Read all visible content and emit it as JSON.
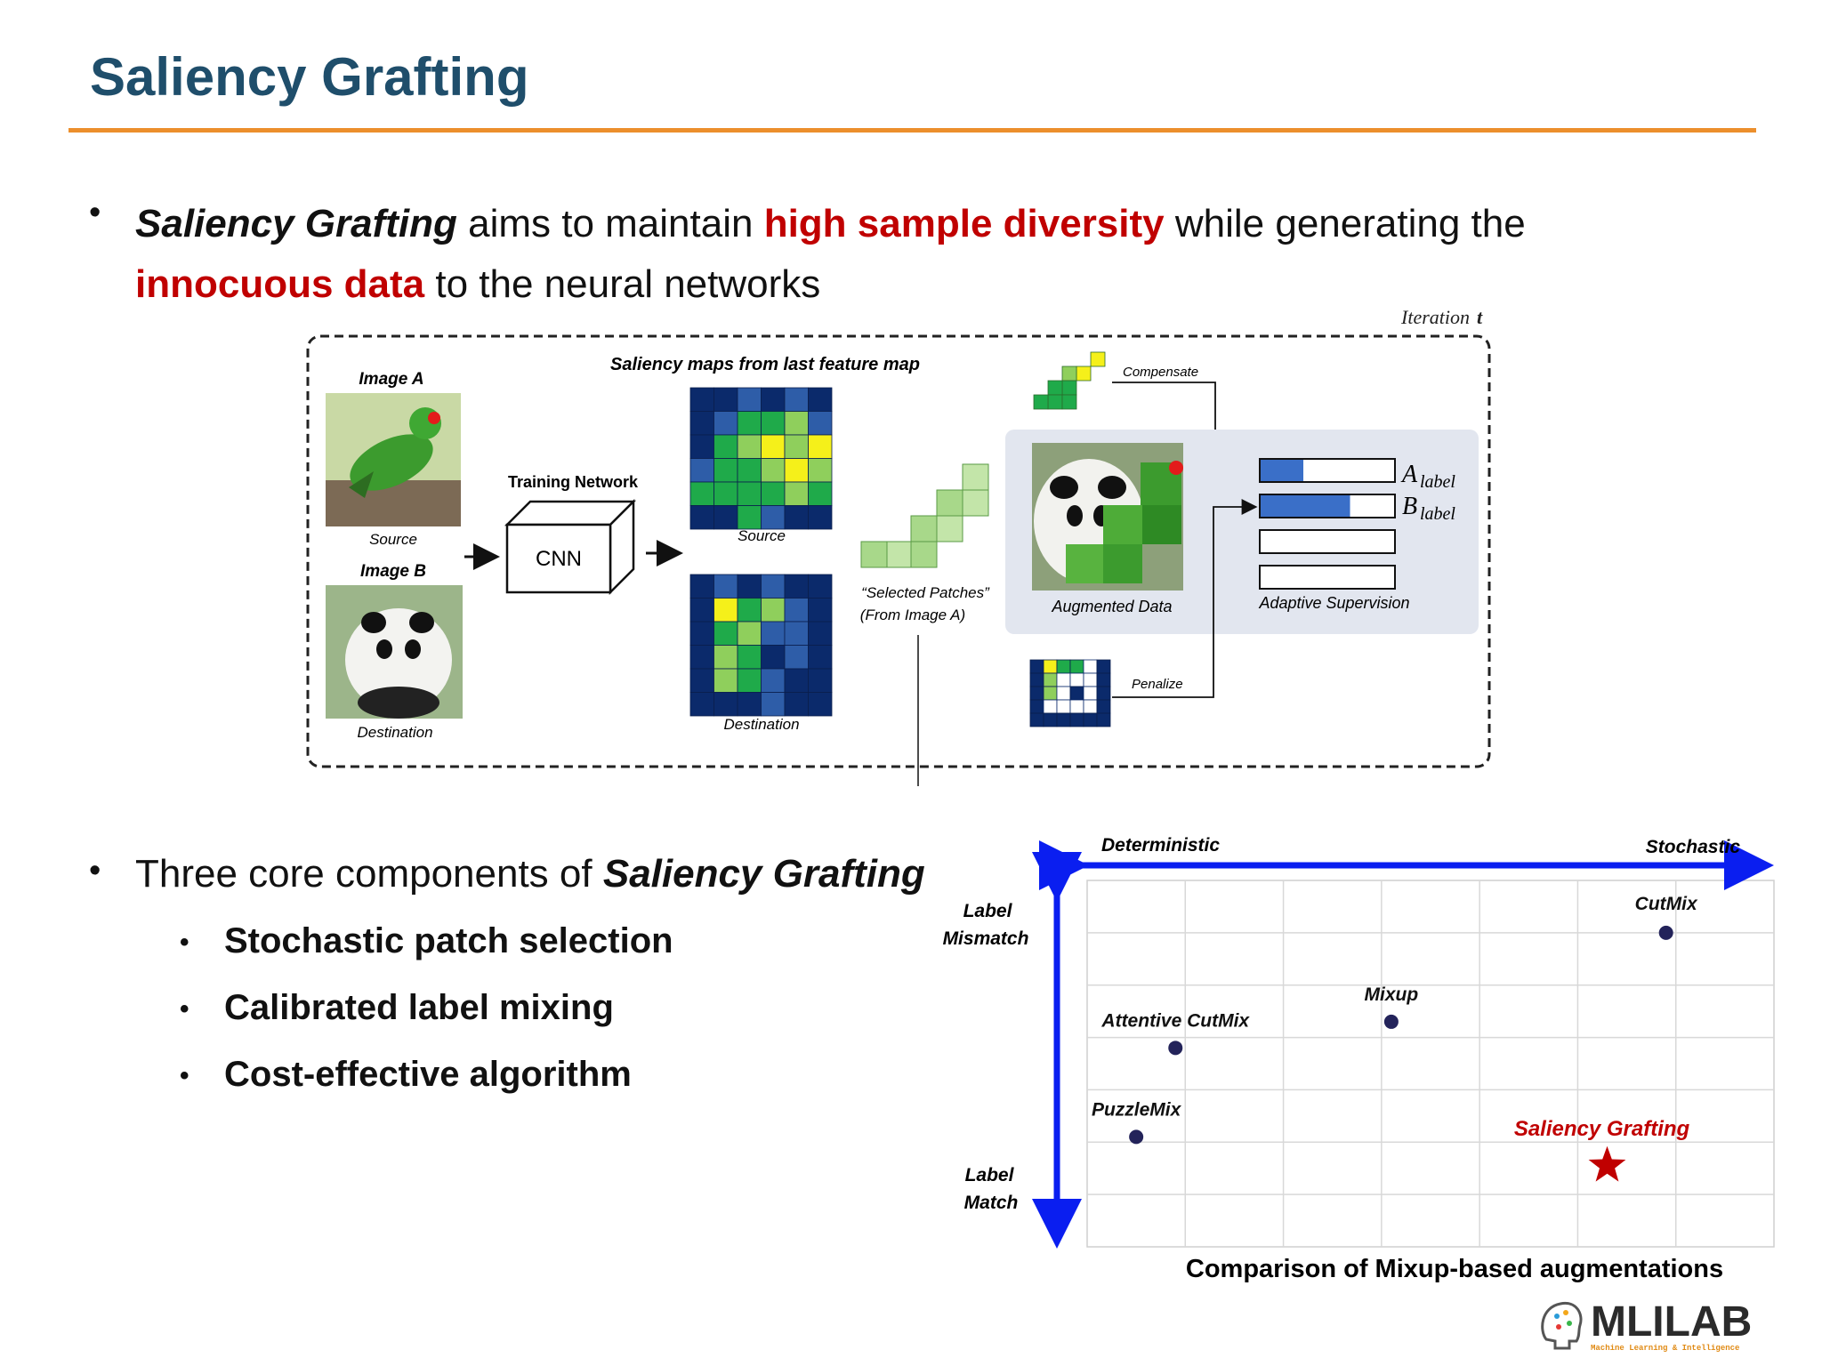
{
  "slide": {
    "title": "Saliency Grafting",
    "bullet1": {
      "term": "Saliency Grafting",
      "text_a": " aims to maintain ",
      "highlight_a": "high sample diversity",
      "text_b": " while generating the",
      "highlight_b": "innocuous data",
      "text_c": " to the neural networks"
    },
    "bullet2": {
      "text": "Three core components of ",
      "term": "Saliency Grafting"
    },
    "components": [
      "Stochastic patch selection",
      "Calibrated label mixing",
      "Cost-effective algorithm"
    ]
  },
  "figure": {
    "iteration_label": "Iteration",
    "iteration_var": "t",
    "image_a_label": "Image A",
    "image_b_label": "Image B",
    "source_label": "Source",
    "destination_label": "Destination",
    "network_label": "Training Network",
    "cnn_label": "CNN",
    "saliency_title": "Saliency maps from last feature map",
    "map_source_label": "Source",
    "map_destination_label": "Destination",
    "selected_patches_line1": "“Selected Patches”",
    "selected_patches_line2": "(From Image A)",
    "compensate_label": "Compensate",
    "penalize_label": "Penalize",
    "augmented_label": "Augmented Data",
    "adaptive_label": "Adaptive Supervision",
    "a_label_main": "A",
    "a_label_sub": "label",
    "b_label_main": "B",
    "b_label_sub": "label",
    "a_label_fill": 0.32,
    "b_label_fill": 0.67
  },
  "chart_data": {
    "type": "scatter",
    "title": "Comparison of Mixup-based augmentations",
    "x_axis": {
      "left_label": "Deterministic",
      "right_label": "Stochastic"
    },
    "y_axis": {
      "top_label_1": "Label",
      "top_label_2": "Mismatch",
      "bottom_label_1": "Label",
      "bottom_label_2": "Match"
    },
    "xlim": [
      0,
      7
    ],
    "ylim": [
      0,
      7
    ],
    "grid": true,
    "points": [
      {
        "name": "CutMix",
        "x": 5.9,
        "y": 6.0,
        "marker": "dot"
      },
      {
        "name": "Mixup",
        "x": 3.1,
        "y": 4.3,
        "marker": "dot"
      },
      {
        "name": "Attentive CutMix",
        "x": 0.9,
        "y": 3.8,
        "marker": "dot"
      },
      {
        "name": "PuzzleMix",
        "x": 0.5,
        "y": 2.1,
        "marker": "dot"
      },
      {
        "name": "Saliency Grafting",
        "x": 5.3,
        "y": 1.55,
        "marker": "star"
      }
    ],
    "colors": {
      "dot": "#23235a",
      "star": "#c00000",
      "axis": "#0a1ef0",
      "highlight_label": "#c00000"
    }
  },
  "logo": {
    "text": "MLILAB",
    "tagline": "Machine Learning & Intelligence"
  }
}
